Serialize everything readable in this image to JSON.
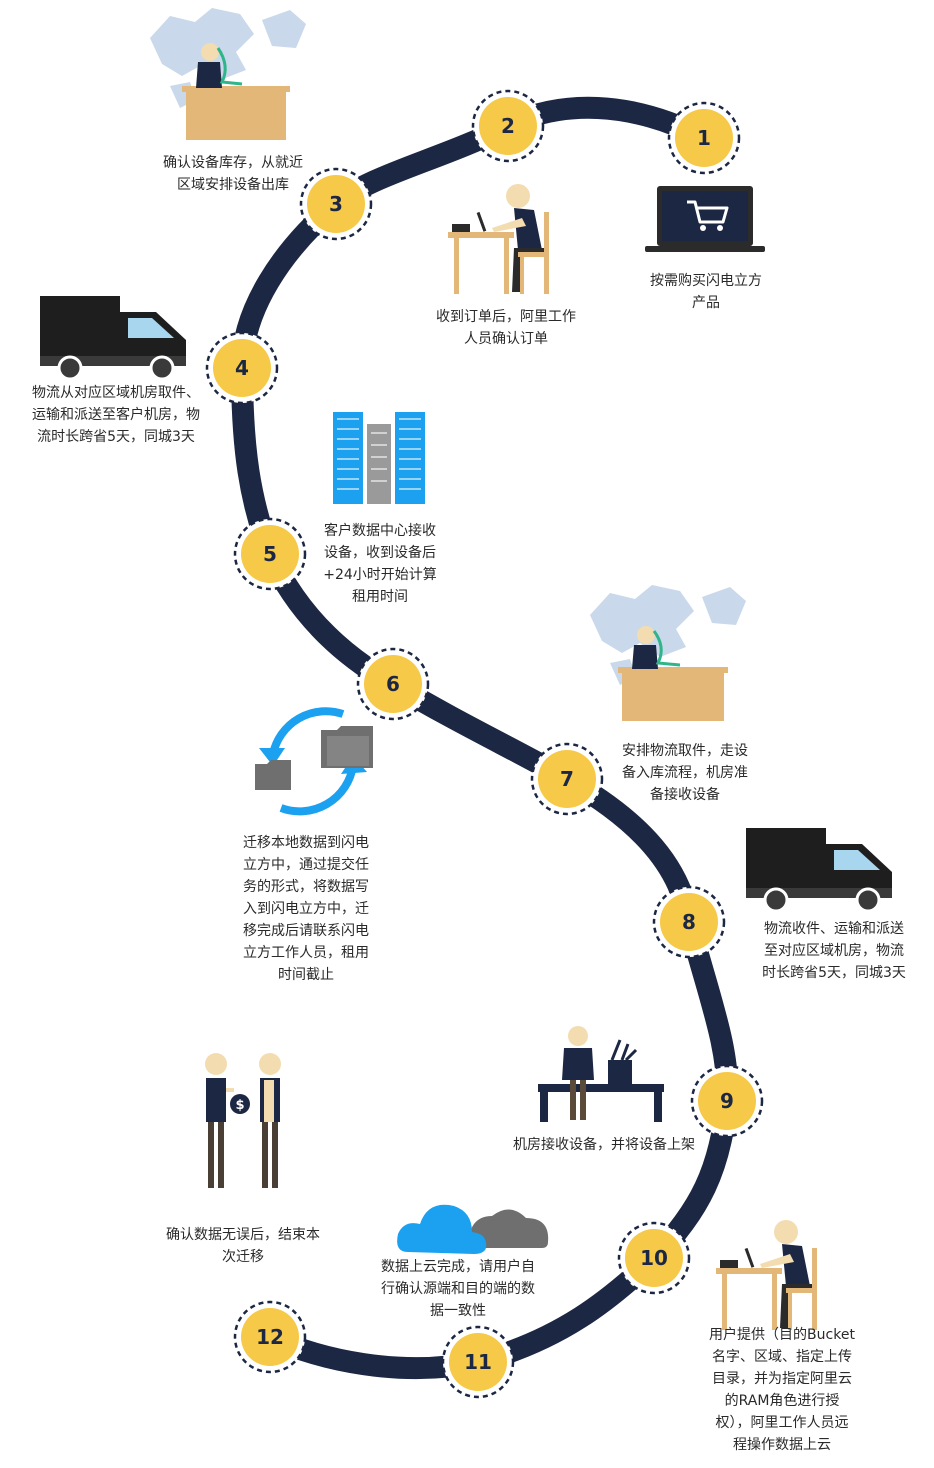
{
  "steps": [
    {
      "num": "1",
      "caption": "按需购买闪电立方\n产品"
    },
    {
      "num": "2",
      "caption": "收到订单后，阿里工作\n人员确认订单"
    },
    {
      "num": "3",
      "caption": "确认设备库存，从就近\n区域安排设备出库"
    },
    {
      "num": "4",
      "caption": "物流从对应区域机房取件、\n运输和派送至客户机房，物\n流时长跨省5天，同城3天"
    },
    {
      "num": "5",
      "caption": "客户数据中心接收\n设备，收到设备后\n+24小时开始计算\n租用时间"
    },
    {
      "num": "6",
      "caption": "迁移本地数据到闪电\n立方中，通过提交任\n务的形式，将数据写\n入到闪电立方中，迁\n移完成后请联系闪电\n立方工作人员，租用\n时间截止"
    },
    {
      "num": "7",
      "caption": "安排物流取件，走设\n备入库流程，机房准\n备接收设备"
    },
    {
      "num": "8",
      "caption": "物流收件、运输和派送\n至对应区域机房，物流\n时长跨省5天，同城3天"
    },
    {
      "num": "9",
      "caption": "机房接收设备，并将设备上架"
    },
    {
      "num": "10",
      "caption": "用户提供（目的Bucket\n名字、区域、指定上传\n目录，并为指定阿里云\n的RAM角色进行授\n权），阿里工作人员远\n程操作数据上云"
    },
    {
      "num": "11",
      "caption": "数据上云完成，请用户自\n行确认源端和目的端的数\n据一致性"
    },
    {
      "num": "12",
      "caption": "确认数据无误后，结束本\n次迁移"
    }
  ],
  "colors": {
    "track": "#1c2743",
    "node": "#f7c948",
    "node_text": "#1c2743",
    "desk": "#e3b778",
    "map": "#c9d8ea",
    "truck": "#1e1e1e",
    "truck_window": "#a8d6ef",
    "building_blue": "#1ba1f0",
    "building_gray": "#9a9a9a",
    "sync_arrow": "#1ba1f0",
    "folder": "#6f6f6f",
    "shirt": "#1c2743",
    "skin": "#f3dcb0",
    "laptop": "#2b2b2b",
    "cart_screen": "#1c2743"
  },
  "icons": {
    "cart_laptop": "shopping-cart-laptop-icon",
    "worker_desk": "worker-at-desk-icon",
    "phone_desk_map": "phone-desk-world-map-icon",
    "truck": "delivery-truck-icon",
    "buildings": "office-buildings-icon",
    "sync": "sync-folders-icon",
    "handover": "money-handover-icon",
    "cloud": "cloud-icon",
    "rack": "server-rack-worker-icon"
  }
}
